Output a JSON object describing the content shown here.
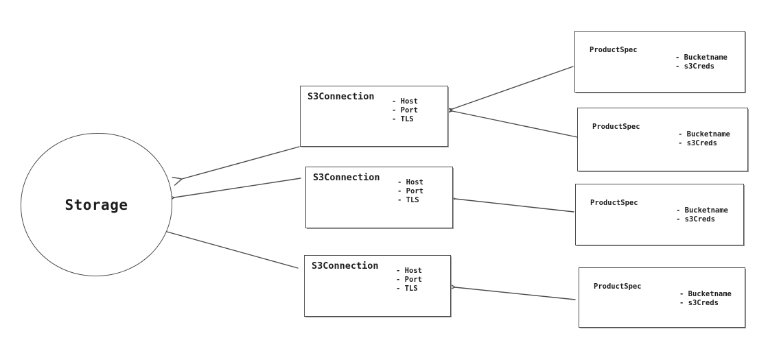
{
  "diagram": {
    "nodes": {
      "storage": {
        "label": "Storage"
      },
      "s3_connections": [
        {
          "title": "S3Connection",
          "attributes": [
            "- Host",
            "- Port",
            "- TLS"
          ]
        },
        {
          "title": "S3Connection",
          "attributes": [
            "- Host",
            "- Port",
            "- TLS"
          ]
        },
        {
          "title": "S3Connection",
          "attributes": [
            "- Host",
            "- Port",
            "- TLS"
          ]
        }
      ],
      "product_specs": [
        {
          "title": "ProductSpec",
          "attributes": [
            "- Bucketname",
            "- s3Creds"
          ]
        },
        {
          "title": "ProductSpec",
          "attributes": [
            "- Bucketname",
            "- s3Creds"
          ]
        },
        {
          "title": "ProductSpec",
          "attributes": [
            "- Bucketname",
            "- s3Creds"
          ]
        },
        {
          "title": "ProductSpec",
          "attributes": [
            "- Bucketname",
            "- s3Creds"
          ]
        }
      ]
    },
    "edges": [
      {
        "from": "product_spec_1",
        "to": "s3_connection_1"
      },
      {
        "from": "product_spec_2",
        "to": "s3_connection_1"
      },
      {
        "from": "product_spec_3",
        "to": "s3_connection_2"
      },
      {
        "from": "product_spec_4",
        "to": "s3_connection_3"
      },
      {
        "from": "s3_connection_1",
        "to": "storage"
      },
      {
        "from": "s3_connection_2",
        "to": "storage"
      },
      {
        "from": "s3_connection_3",
        "to": "storage"
      }
    ],
    "colors": {
      "stroke": "#4a4a4a",
      "text": "#1d1d1d",
      "background": "#ffffff"
    }
  }
}
